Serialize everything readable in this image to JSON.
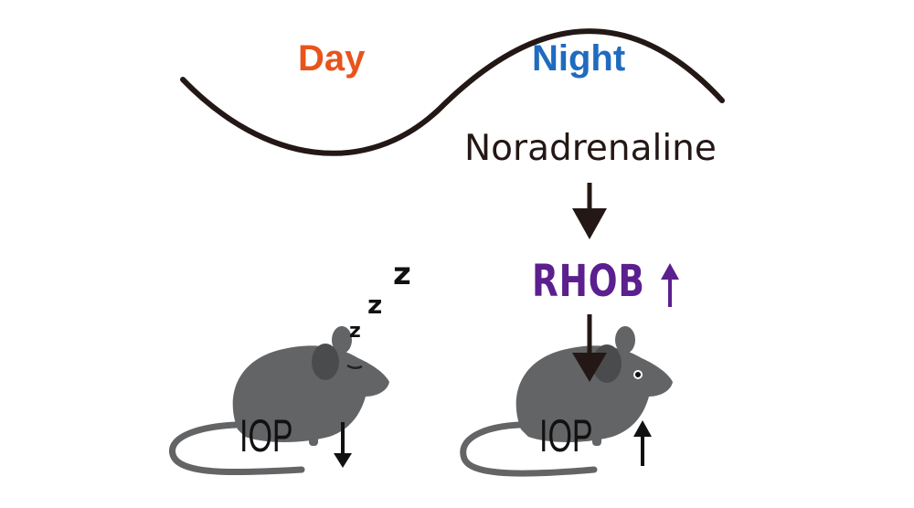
{
  "labels": {
    "day": "Day",
    "night": "Night",
    "noradrenaline": "Noradrenaline",
    "rhob": "RHOB",
    "iop_left": "IOP",
    "iop_right": "IOP",
    "sleep_z": "z"
  },
  "colors": {
    "day": "#e8541c",
    "night": "#1f6bbf",
    "rhob": "#5b1f8f",
    "mouse": "#636466",
    "mouse_dark": "#4a4b4d",
    "curve": "#231815",
    "arrow": "#231815"
  },
  "indicators": {
    "rhob_trend": "up",
    "iop_left_trend": "down",
    "iop_right_trend": "up"
  },
  "icons": {
    "sleeping_mouse": "sleeping-mouse-icon",
    "awake_mouse": "awake-mouse-icon",
    "sleep": "zzz-icon"
  }
}
